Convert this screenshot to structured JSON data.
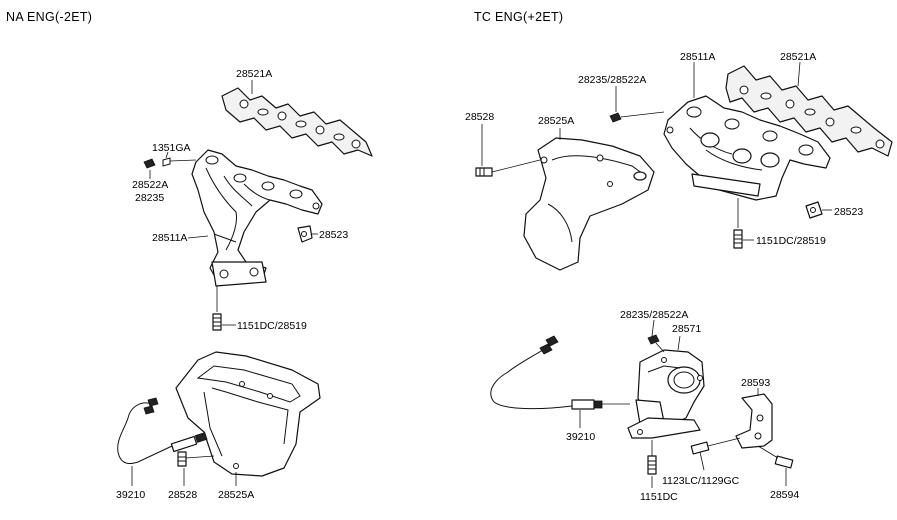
{
  "sections": {
    "na": {
      "title": "NA  ENG(-2ET)"
    },
    "tc": {
      "title": "TC  ENG(+2ET)"
    }
  },
  "labels": {
    "na_gasket": "28521A",
    "na_bolt_1351": "1351GA",
    "na_nut": "28522A",
    "na_stud": "28235",
    "na_manifold": "28511A",
    "na_bracket": "28523",
    "na_manifold_bolt": "1151DC/28519",
    "na_sensor": "39210",
    "na_shield_bolt": "28528",
    "na_shield": "28525A",
    "tc_manifold": "28511A",
    "tc_gasket": "28521A",
    "tc_stud_nut": "28235/28522A",
    "tc_shield_bolt": "28528",
    "tc_shield": "28525A",
    "tc_bracket": "28523",
    "tc_manifold_bolt": "1151DC/28519",
    "tc_turbo_stud_nut": "28235/28522A",
    "tc_turbo_gasket": "28571",
    "tc_turbo_bracket": "28593",
    "tc_sensor": "39210",
    "tc_bolts": "1123LC/1129GC",
    "tc_bolt_1151": "1151DC",
    "tc_bracket_bolt": "28594"
  }
}
